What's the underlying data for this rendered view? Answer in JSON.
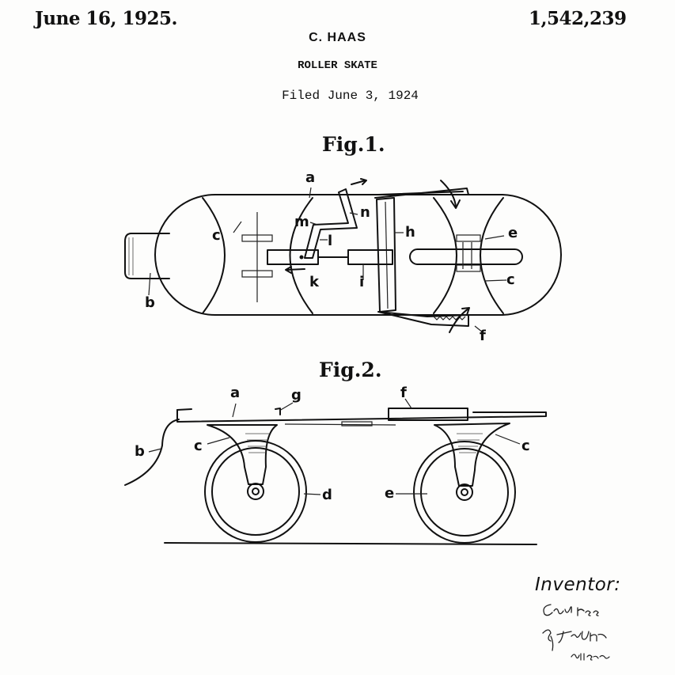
{
  "header": {
    "date": "June 16, 1925.",
    "patent_number": "1,542,239",
    "inventor": "C. HAAS",
    "title": "ROLLER SKATE",
    "filed": "Filed June 3, 1924"
  },
  "figures": {
    "fig1": {
      "title": "Fig.1.",
      "labels": {
        "a": "a",
        "b": "b",
        "c_left": "c",
        "c_right": "c",
        "e": "e",
        "f": "f",
        "h": "h",
        "i": "i",
        "k": "k",
        "l": "l",
        "m": "m",
        "n": "n"
      }
    },
    "fig2": {
      "title": "Fig.2.",
      "labels": {
        "a": "a",
        "b": "b",
        "c_left": "c",
        "c_right": "c",
        "d": "d",
        "e": "e",
        "f": "f",
        "g": "g"
      }
    }
  },
  "signature": {
    "heading": "Inventor:",
    "name": "Carl Haas",
    "by": "By Jew Mustler",
    "attorney": "Attorney"
  }
}
